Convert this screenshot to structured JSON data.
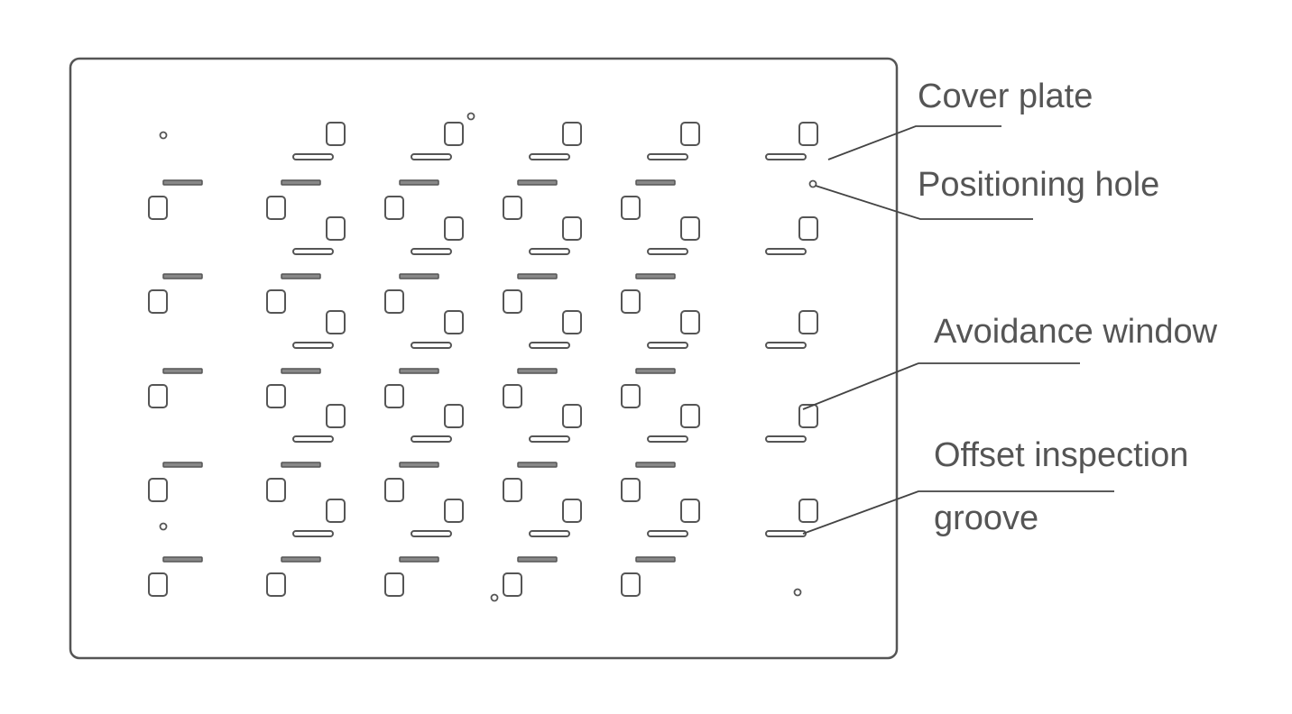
{
  "labels": {
    "cover_plate": "Cover plate",
    "positioning_hole": "Positioning hole",
    "avoidance_window": "Avoidance window",
    "offset_groove_line1": "Offset inspection",
    "offset_groove_line2": "groove"
  },
  "colors": {
    "stroke": "#555555",
    "text": "#555555"
  }
}
